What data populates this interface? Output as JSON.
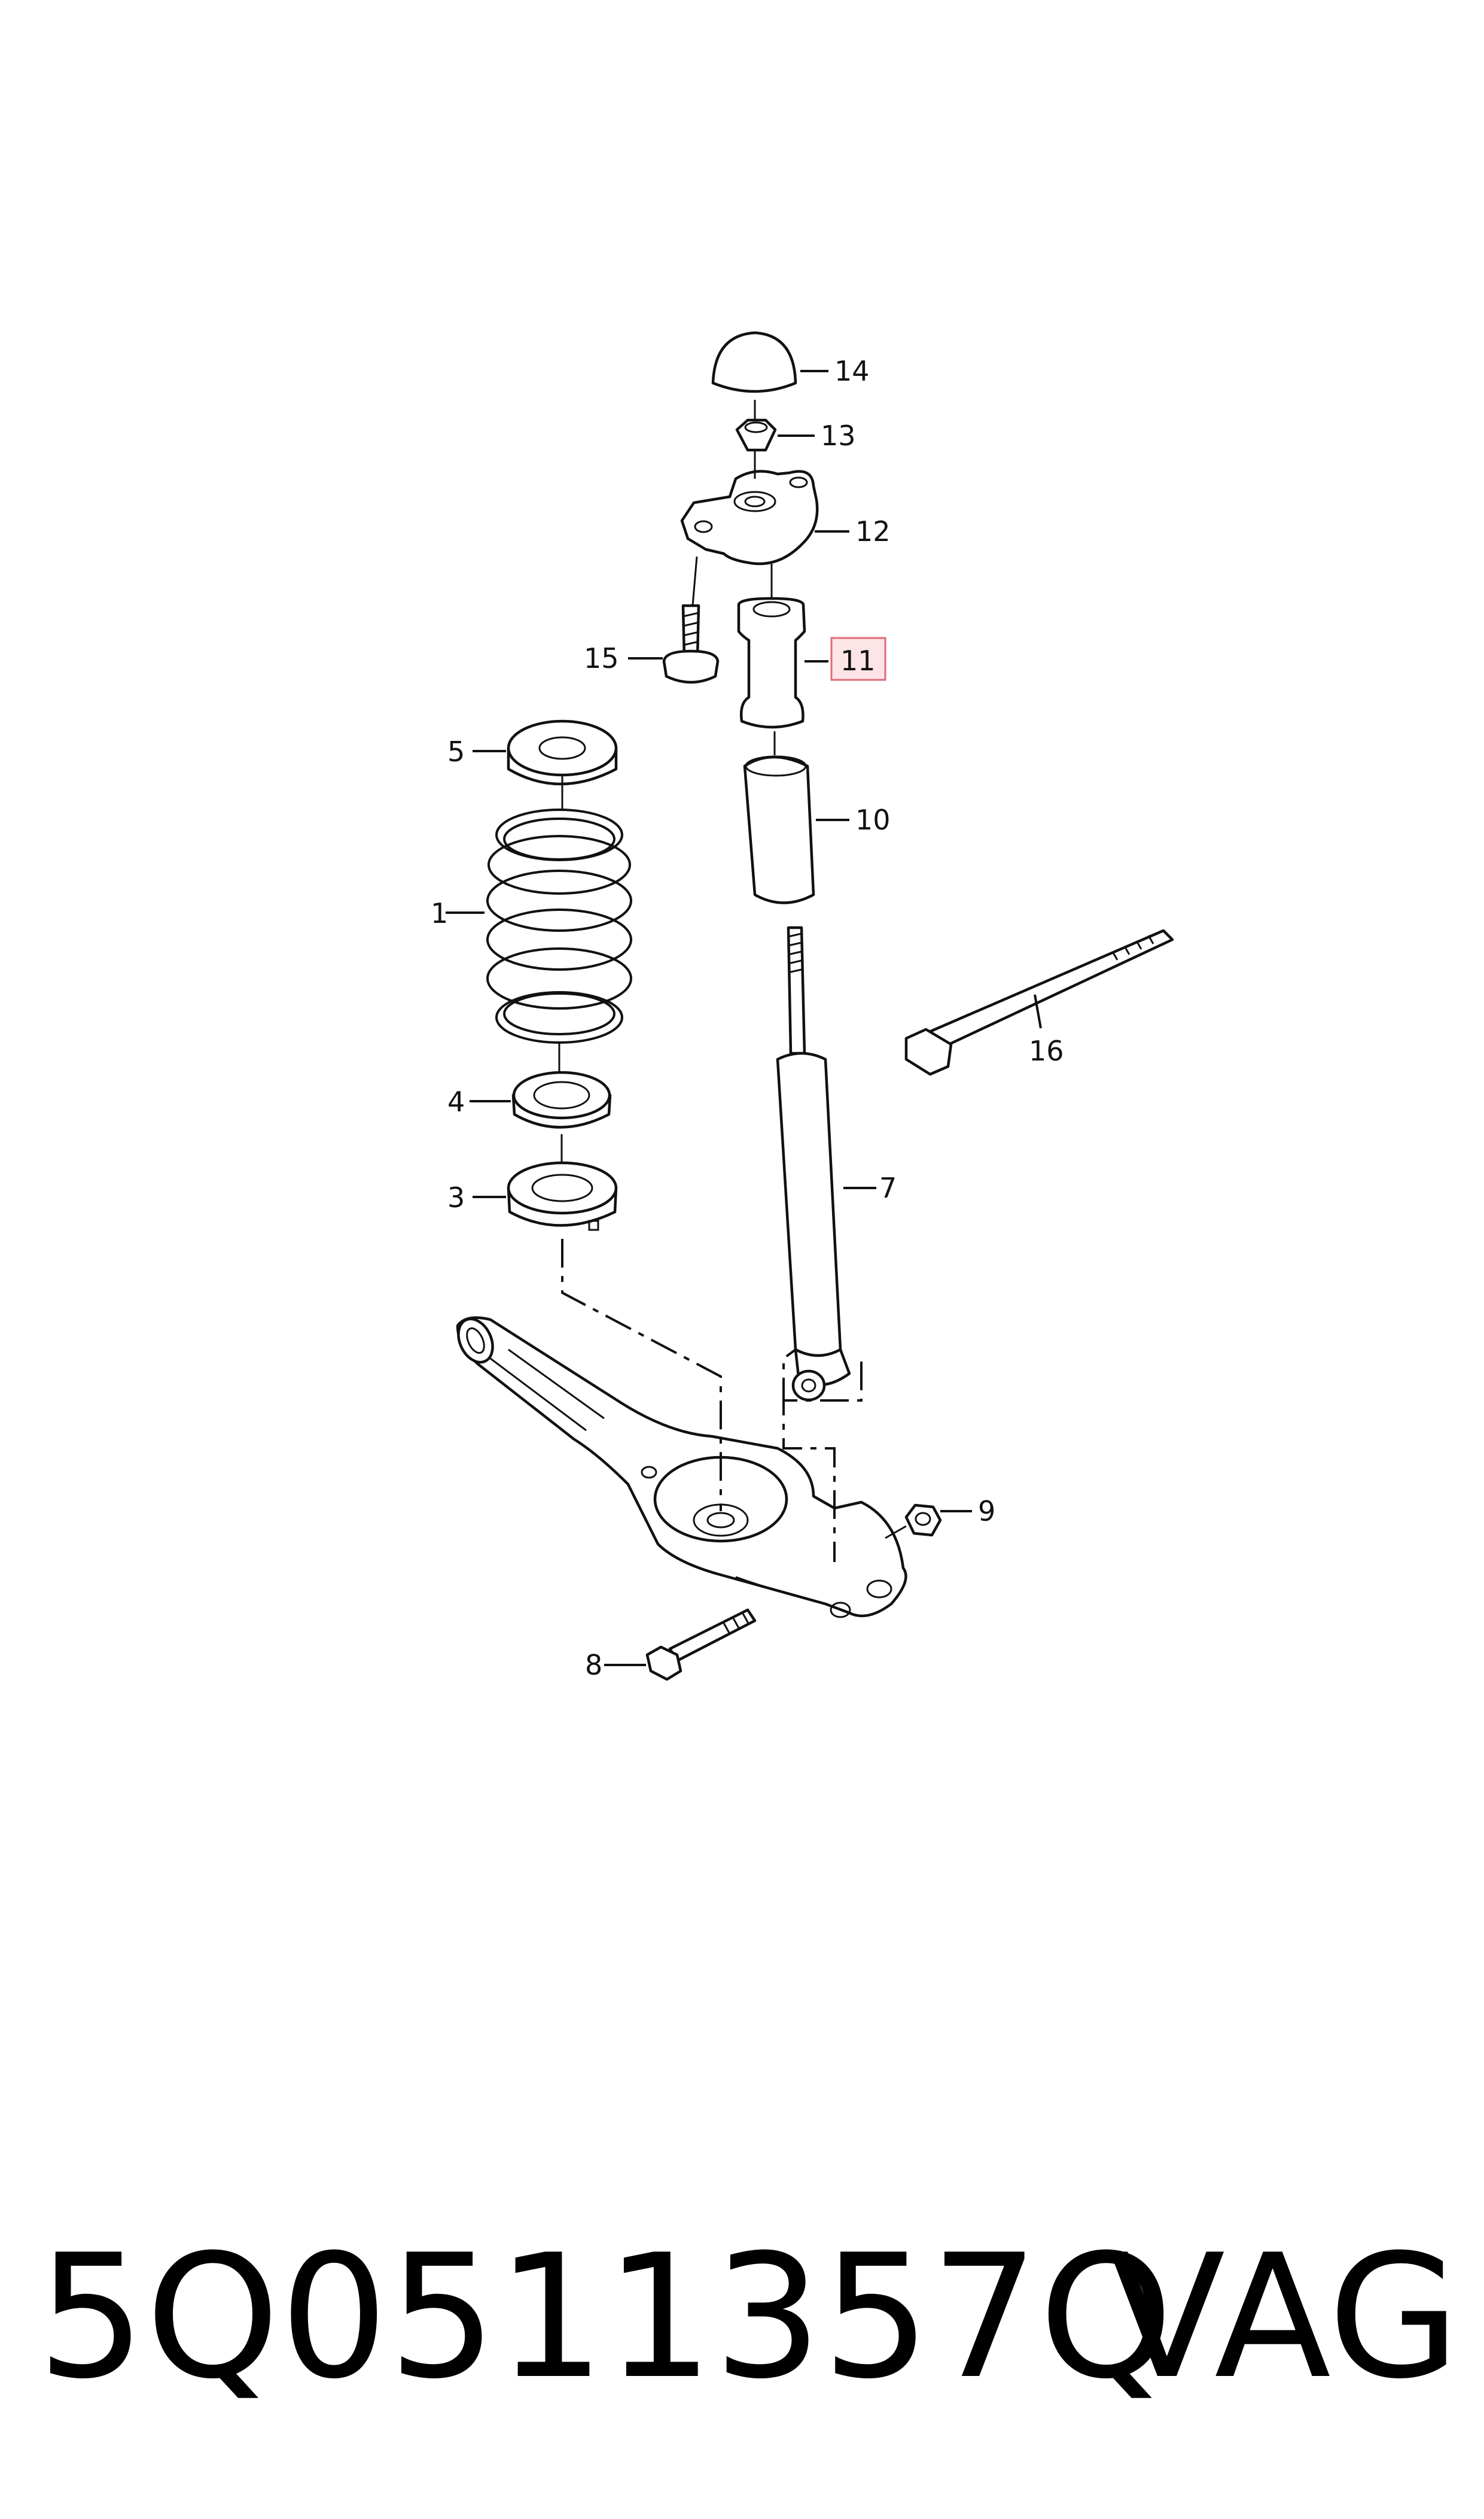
{
  "callouts": {
    "c1": "1",
    "c3": "3",
    "c4": "4",
    "c5": "5",
    "c7": "7",
    "c8": "8",
    "c9": "9",
    "c10": "10",
    "c11": "11",
    "c12": "12",
    "c13": "13",
    "c14": "14",
    "c15": "15",
    "c16": "16"
  },
  "highlight": {
    "callout": "11",
    "fill": "#fde4e6",
    "stroke": "#e06a78"
  },
  "footer": {
    "part_number": "5Q0511357Q",
    "brand": "VAG"
  }
}
